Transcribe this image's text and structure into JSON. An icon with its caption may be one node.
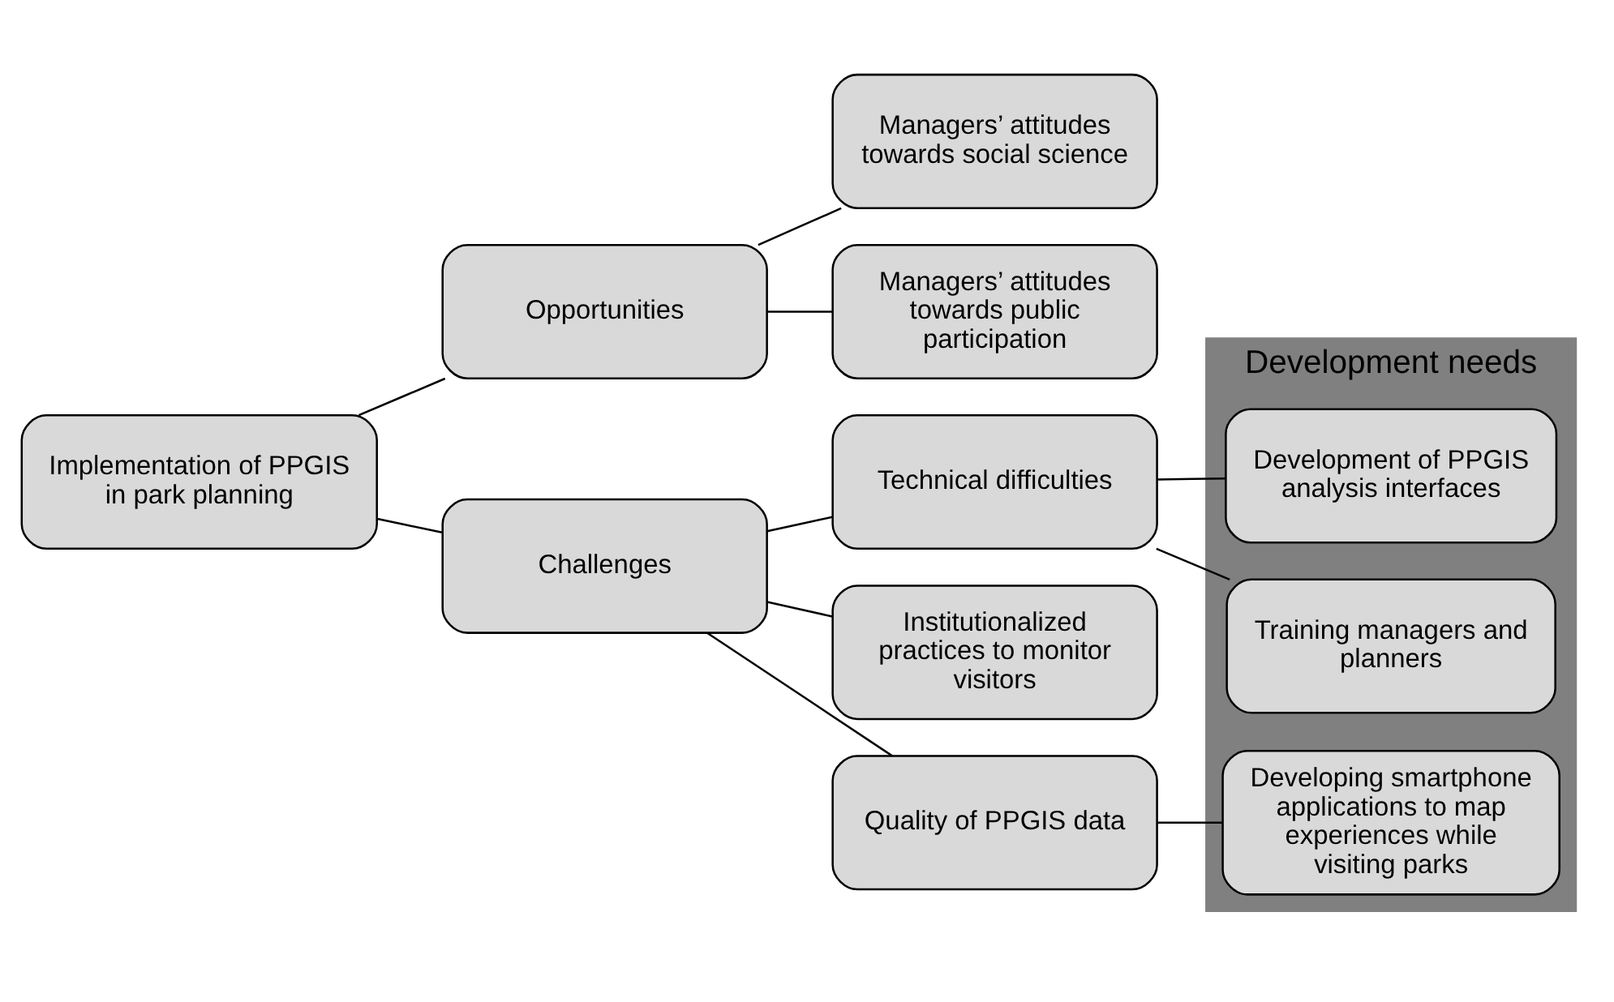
{
  "diagram": {
    "nodes": [
      {
        "text": [
          "Implementation of PPGIS in park planning"
        ]
      },
      {
        "text": [
          "Opportunities"
        ]
      },
      {
        "text": [
          "Challenges"
        ]
      },
      {
        "text": [
          "Managers’ attitudes towards social science"
        ]
      },
      {
        "text": [
          "Managers’ attitudes towards public participation"
        ]
      },
      {
        "text": [
          "Technical difficulties"
        ]
      },
      {
        "text": [
          "Institutionalized practices to monitor visitors"
        ]
      },
      {
        "text": [
          "Quality of PPGIS data"
        ]
      },
      {
        "text": [
          "Development needs"
        ]
      },
      {
        "text": [
          "Development of PPGIS analysis interfaces"
        ],
        "in": 8
      },
      {
        "text": [
          "Training managers and planners"
        ],
        "in": 8
      },
      {
        "text": [
          "Developing smartphone applications to map experiences while visiting parks"
        ],
        "in": 8
      }
    ],
    "edges": [
      {
        "from": 0,
        "to": 1,
        "arrow": "none"
      },
      {
        "from": 0,
        "to": 2,
        "arrow": "none"
      },
      {
        "from": 1,
        "to": 3,
        "arrow": "none"
      },
      {
        "from": 1,
        "to": 4,
        "arrow": "none"
      },
      {
        "from": 2,
        "to": 5,
        "arrow": "none"
      },
      {
        "from": 2,
        "to": 6,
        "arrow": "none"
      },
      {
        "from": 2,
        "to": 7,
        "arrow": "none"
      },
      {
        "from": 5,
        "to": 9,
        "arrow": "none"
      },
      {
        "from": 5,
        "to": 10,
        "arrow": "none"
      },
      {
        "from": 7,
        "to": 11,
        "arrow": "none"
      }
    ]
  }
}
